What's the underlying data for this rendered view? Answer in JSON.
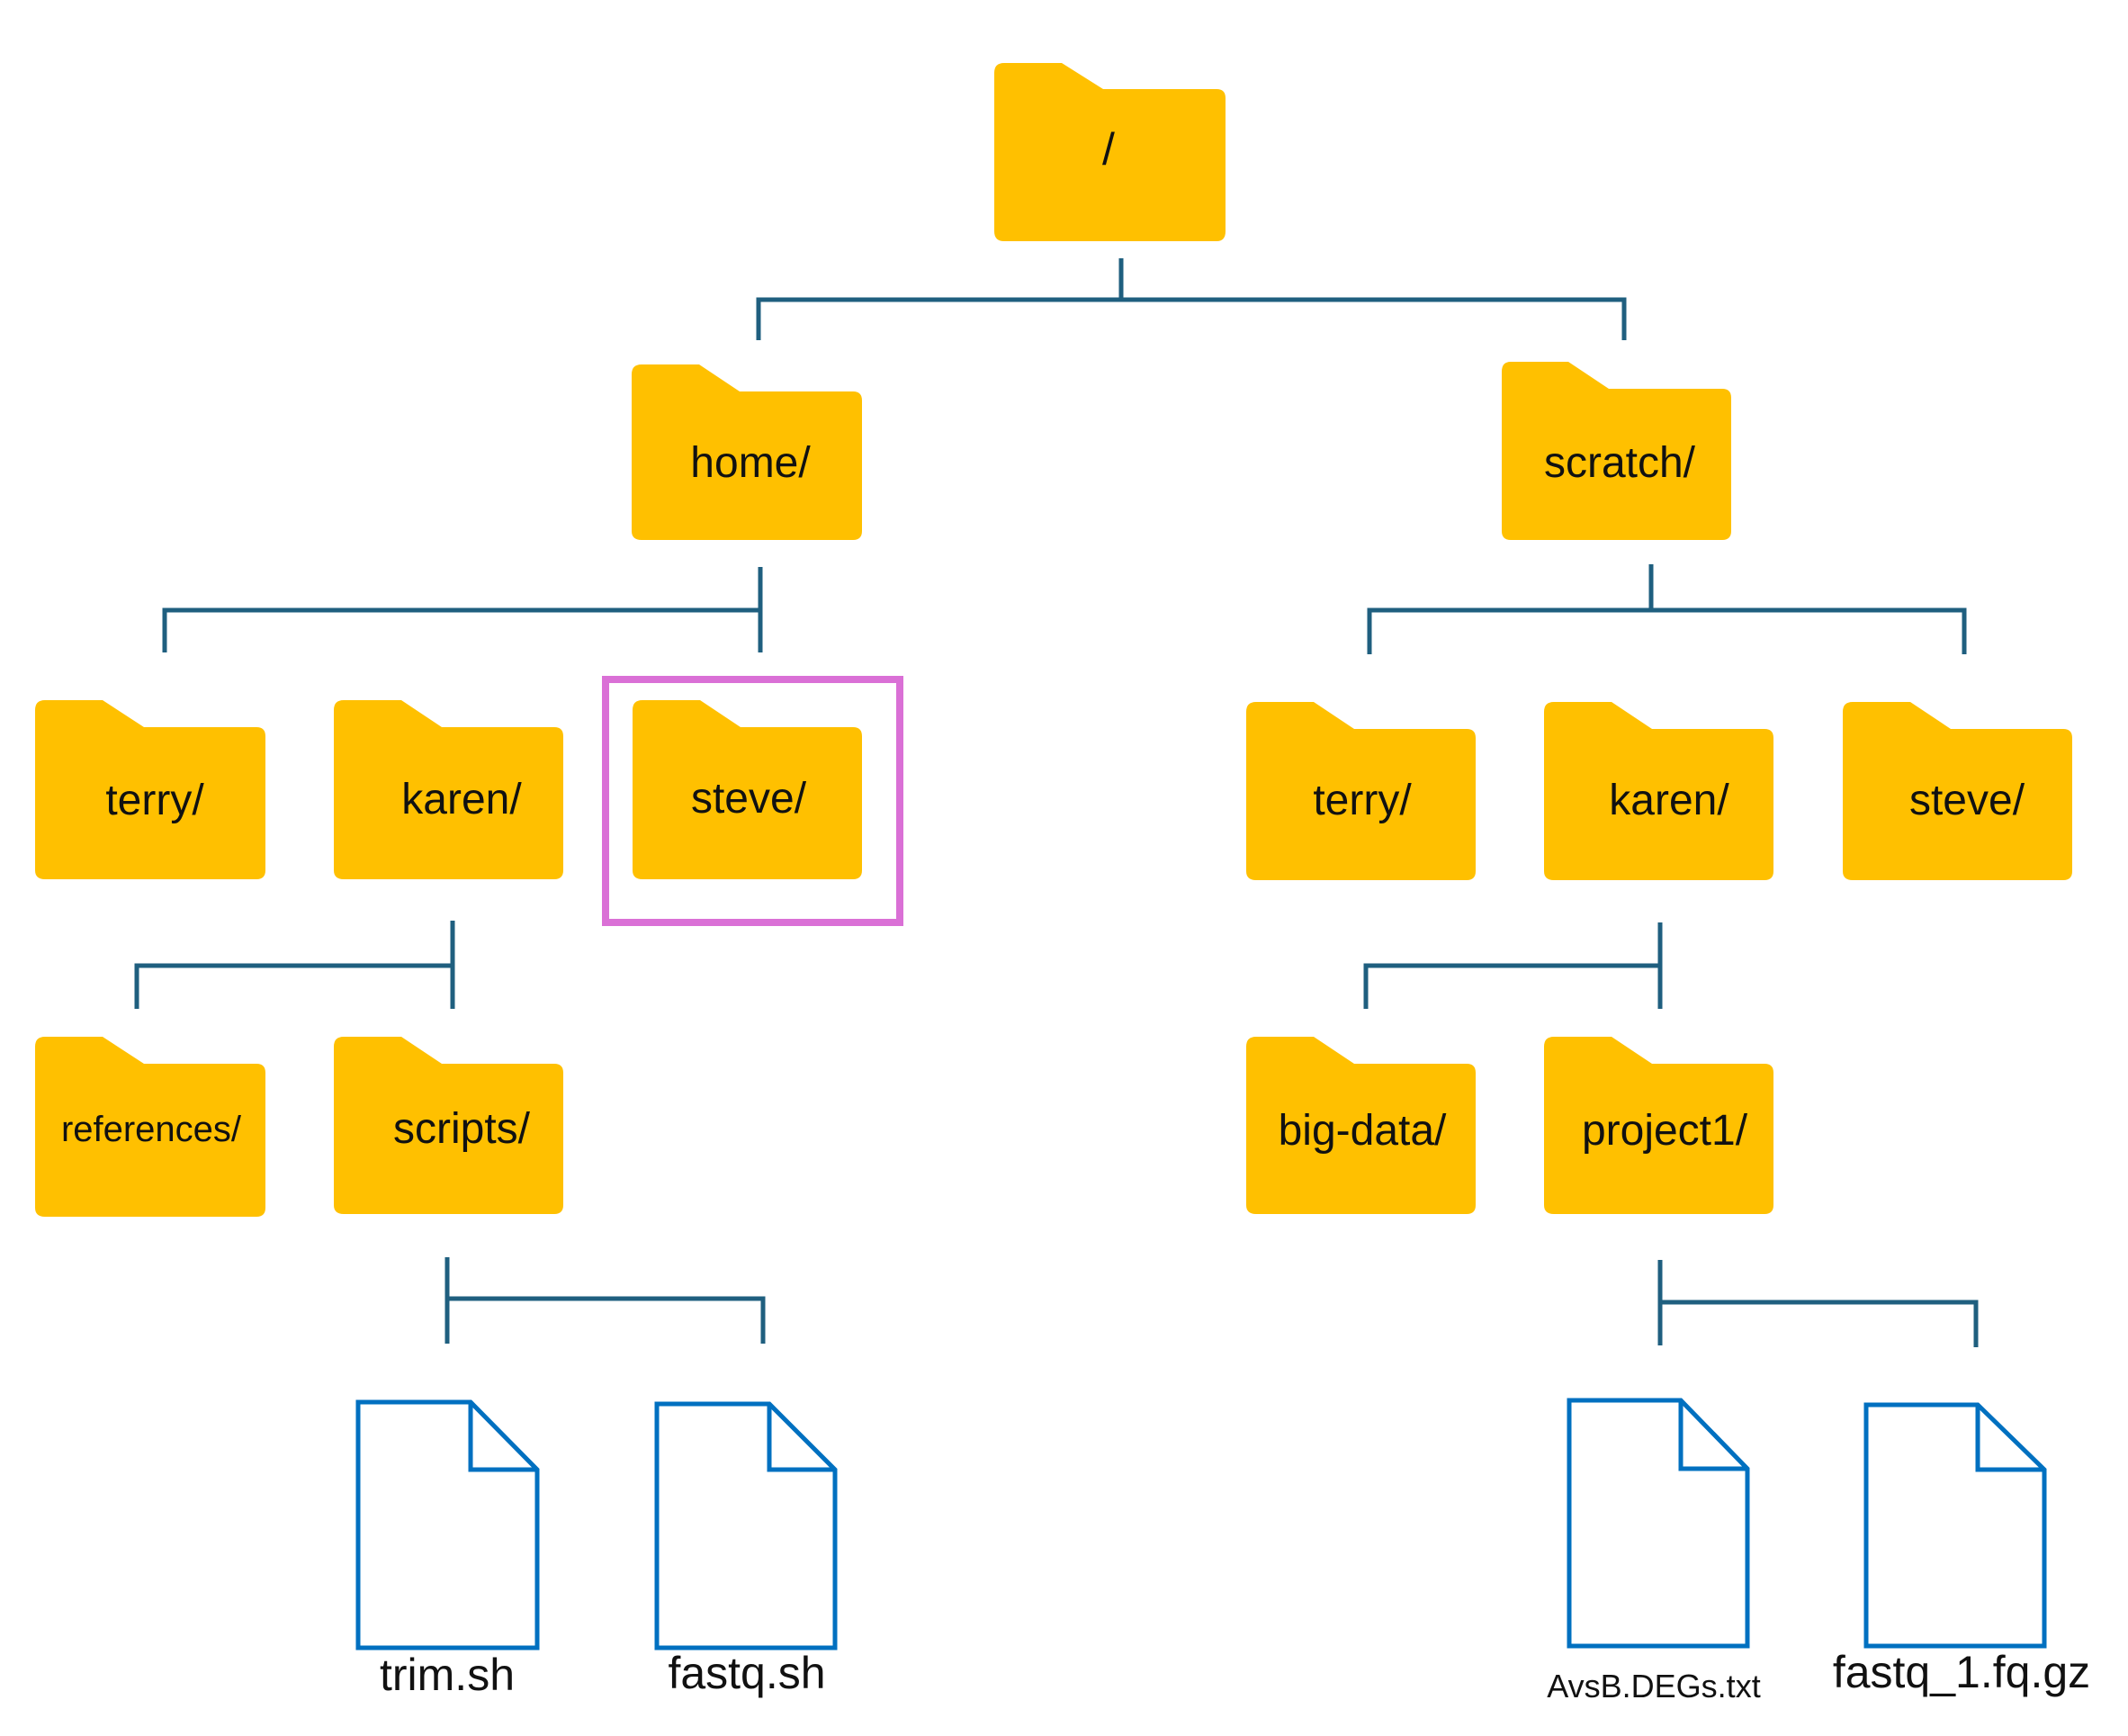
{
  "colors": {
    "folder": "#FFC000",
    "file_outline": "#0070C0",
    "connector": "#1F5F7F",
    "highlight": "#DA70D6"
  },
  "icons": {
    "folder": "folder-icon",
    "file": "file-icon"
  },
  "tree": {
    "root": {
      "label": "/"
    },
    "home": {
      "label": "home/",
      "terry": {
        "label": "terry/"
      },
      "karen": {
        "label": "karen/",
        "references": {
          "label": "references/"
        },
        "scripts": {
          "label": "scripts/",
          "trim": {
            "label": "trim.sh"
          },
          "fastq": {
            "label": "fastq.sh"
          }
        }
      },
      "steve": {
        "label": "steve/",
        "highlighted": true
      }
    },
    "scratch": {
      "label": "scratch/",
      "terry": {
        "label": "terry/"
      },
      "karen": {
        "label": "karen/",
        "big_data": {
          "label": "big-data/"
        },
        "project1": {
          "label": "project1/",
          "degs": {
            "label": "AvsB.DEGs.txt"
          },
          "fastq_gz": {
            "label": "fastq_1.fq.gz"
          }
        }
      },
      "steve": {
        "label": "steve/"
      }
    }
  }
}
